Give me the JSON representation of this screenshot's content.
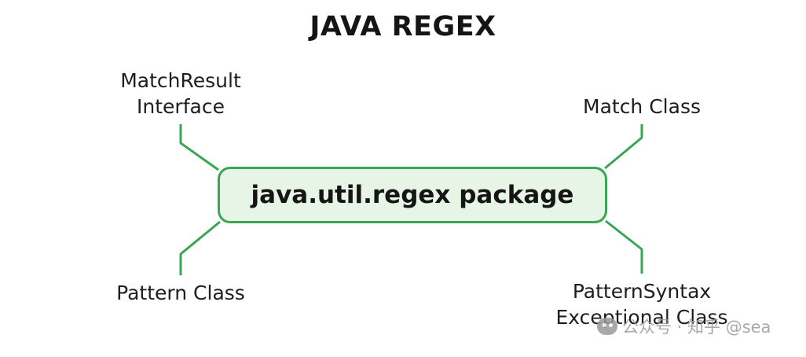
{
  "diagram": {
    "title": "JAVA REGEX",
    "center": "java.util.regex package",
    "nodes": {
      "top_left": [
        "MatchResult",
        "Interface"
      ],
      "top_right": [
        "Match Class"
      ],
      "bottom_left": [
        "Pattern Class"
      ],
      "bottom_right": [
        "PatternSyntax",
        "Exceptional Class"
      ]
    },
    "colors": {
      "box_fill": "#e7f5e6",
      "box_border": "#3aa552",
      "connector": "#3aa552",
      "text": "#1e1e1e"
    }
  },
  "watermark": {
    "text": "公众号 · 知乎 @sea",
    "icon": "wechat-icon"
  }
}
